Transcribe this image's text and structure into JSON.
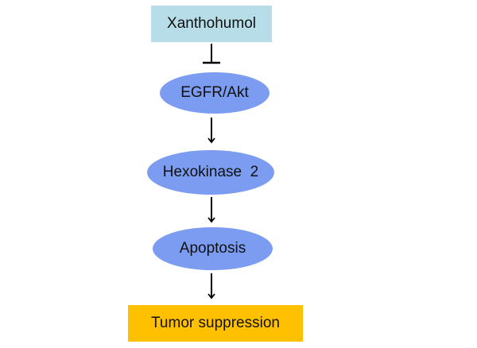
{
  "diagram": {
    "nodes": [
      {
        "id": "xanthohumol",
        "label": "Xanthohumol",
        "shape": "rectangle",
        "color": "#b7dde8"
      },
      {
        "id": "egfr-akt",
        "label": "EGFR/Akt",
        "shape": "ellipse",
        "color": "#7b9cf0"
      },
      {
        "id": "hexokinase-2",
        "label": "Hexokinase  2",
        "shape": "ellipse",
        "color": "#7b9cf0"
      },
      {
        "id": "apoptosis",
        "label": "Apoptosis",
        "shape": "ellipse",
        "color": "#7b9cf0"
      },
      {
        "id": "tumor-suppression",
        "label": "Tumor suppression",
        "shape": "rectangle",
        "color": "#ffc000"
      }
    ],
    "edges": [
      {
        "from": "xanthohumol",
        "to": "egfr-akt",
        "type": "inhibition"
      },
      {
        "from": "egfr-akt",
        "to": "hexokinase-2",
        "type": "activation"
      },
      {
        "from": "hexokinase-2",
        "to": "apoptosis",
        "type": "activation"
      },
      {
        "from": "apoptosis",
        "to": "tumor-suppression",
        "type": "activation"
      }
    ]
  }
}
